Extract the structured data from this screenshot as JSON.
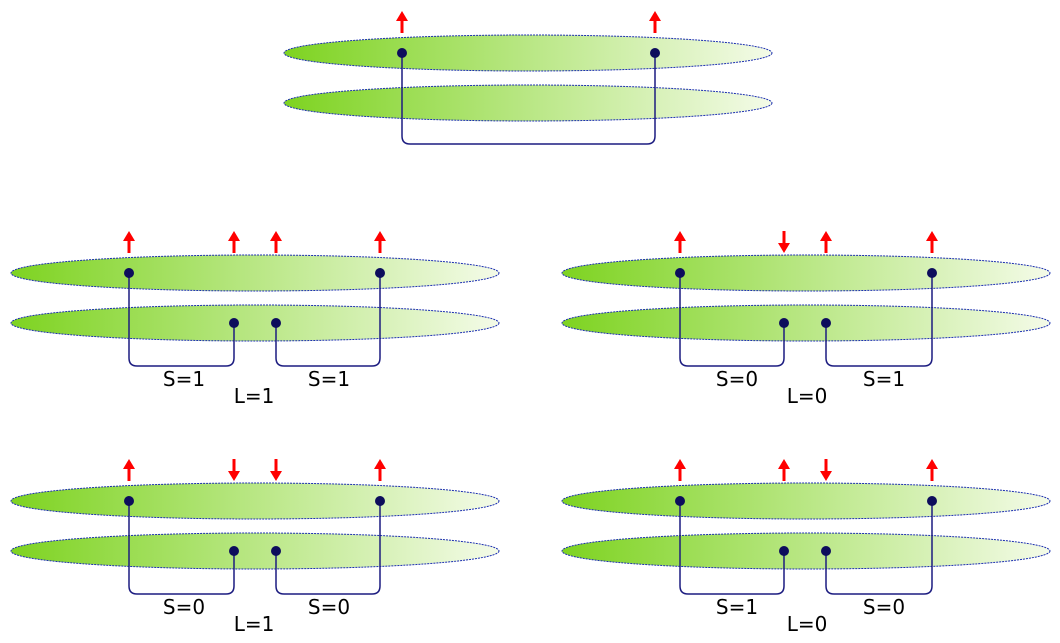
{
  "colors": {
    "disk_fill_start": "#7ed321",
    "disk_fill_end": "#f4fbe8",
    "disk_outline": "#1c2fb0",
    "connector": "#1c1c80",
    "dot": "#0d0d5c",
    "arrow": "#ff0000",
    "label_text": "#000000"
  },
  "icons": {
    "spin_up": "arrow-up-icon",
    "spin_down": "arrow-down-icon",
    "particle": "dot-icon"
  },
  "panels": [
    {
      "id": "top",
      "spins": [
        "up",
        "up"
      ],
      "labels": {
        "s_left": "",
        "s_right": "",
        "l": ""
      }
    },
    {
      "id": "middle-left",
      "spins": [
        "up",
        "up",
        "up",
        "up"
      ],
      "labels": {
        "s_left": "S=1",
        "s_right": "S=1",
        "l": "L=1"
      }
    },
    {
      "id": "middle-right",
      "spins": [
        "up",
        "down",
        "up",
        "up"
      ],
      "labels": {
        "s_left": "S=0",
        "s_right": "S=1",
        "l": "L=0"
      }
    },
    {
      "id": "bottom-left",
      "spins": [
        "up",
        "down",
        "down",
        "up"
      ],
      "labels": {
        "s_left": "S=0",
        "s_right": "S=0",
        "l": "L=1"
      }
    },
    {
      "id": "bottom-right",
      "spins": [
        "up",
        "up",
        "down",
        "up"
      ],
      "labels": {
        "s_left": "S=1",
        "s_right": "S=0",
        "l": "L=0"
      }
    }
  ]
}
